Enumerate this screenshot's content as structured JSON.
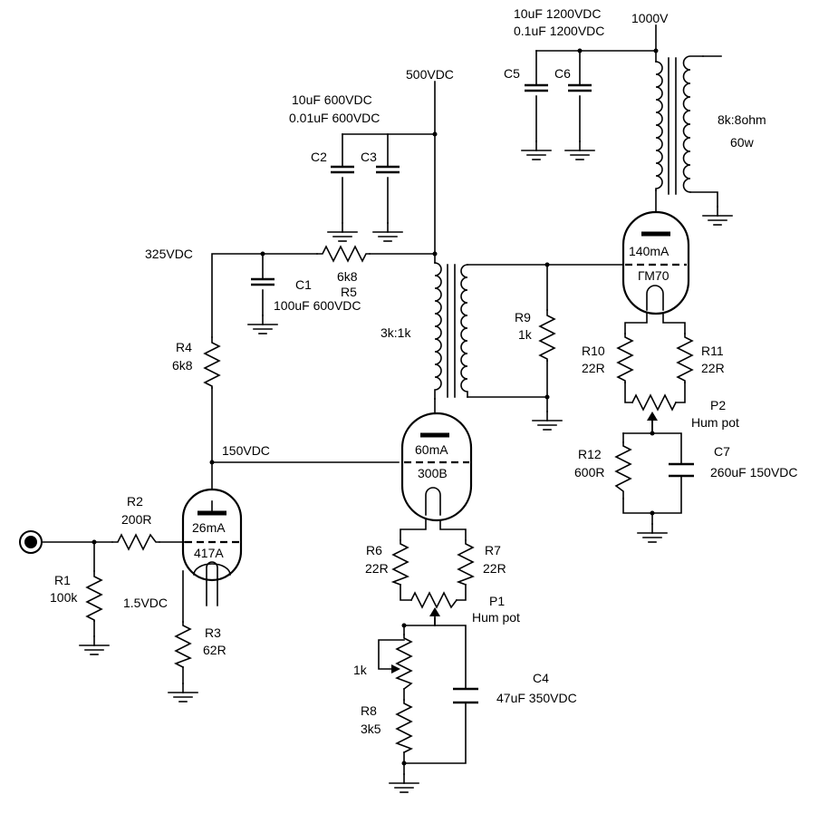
{
  "supplies": {
    "hv_1000": "1000V",
    "hv_500": "500VDC",
    "b_325": "325VDC",
    "b_150": "150VDC",
    "bias_1_5": "1.5VDC"
  },
  "output_filter": {
    "value_line_1": "10uF 1200VDC",
    "value_line_2": "0.1uF 1200VDC",
    "c5": "C5",
    "c6": "C6"
  },
  "output_transformer": {
    "ratio": "8k:8ohm",
    "power": "60w"
  },
  "driver_filter": {
    "value_line_1": "10uF  600VDC",
    "value_line_2": "0.01uF 600VDC",
    "c2": "C2",
    "c3": "C3"
  },
  "c1": {
    "name": "C1",
    "value": "100uF 600VDC"
  },
  "r5": {
    "value": "6k8",
    "name": "R5"
  },
  "r4": {
    "name": "R4",
    "value": "6k8"
  },
  "interstage": {
    "ratio": "3k:1k"
  },
  "r9": {
    "name": "R9",
    "value": "1k"
  },
  "tubes": {
    "input": {
      "current": "26mA",
      "type": "417A"
    },
    "driver": {
      "current": "60mA",
      "type": "300B"
    },
    "output": {
      "current": "140mA",
      "type": "ГМ70"
    }
  },
  "r2": {
    "name": "R2",
    "value": "200R"
  },
  "r1": {
    "name": "R1",
    "value": "100k"
  },
  "r3": {
    "name": "R3",
    "value": "62R"
  },
  "r6": {
    "name": "R6",
    "value": "22R"
  },
  "r7": {
    "name": "R7",
    "value": "22R"
  },
  "p1": {
    "name": "P1",
    "desc": "Hum pot"
  },
  "r8": {
    "trim": "1k",
    "name": "R8",
    "value": "3k5"
  },
  "c4": {
    "name": "C4",
    "value": "47uF 350VDC"
  },
  "r10": {
    "name": "R10",
    "value": "22R"
  },
  "r11": {
    "name": "R11",
    "value": "22R"
  },
  "p2": {
    "name": "P2",
    "desc": "Hum pot"
  },
  "r12": {
    "name": "R12",
    "value": "600R"
  },
  "c7": {
    "name": "C7",
    "value": "260uF 150VDC"
  }
}
